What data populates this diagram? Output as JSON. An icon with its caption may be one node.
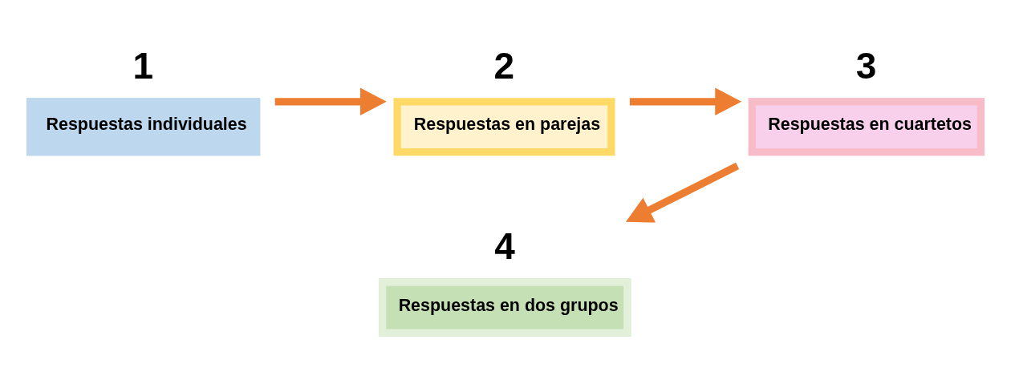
{
  "diagram": {
    "nodes": [
      {
        "text": [
          "1",
          "Respuestas individuales"
        ]
      },
      {
        "text": [
          "2",
          "Respuestas en parejas"
        ]
      },
      {
        "text": [
          "3",
          "Respuestas en cuartetos"
        ]
      },
      {
        "text": [
          "4",
          "Respuestas en dos grupos"
        ]
      }
    ],
    "edges": [
      {
        "from": 0,
        "to": 1,
        "arrow": "to"
      },
      {
        "from": 1,
        "to": 2,
        "arrow": "to"
      },
      {
        "from": 2,
        "to": 3,
        "arrow": "to"
      }
    ]
  }
}
